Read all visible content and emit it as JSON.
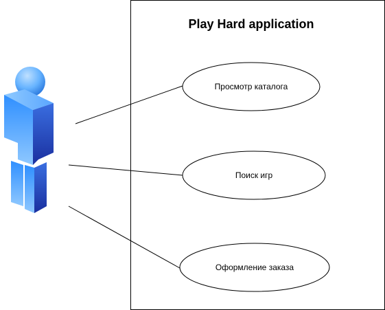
{
  "diagram": {
    "system_boundary": {
      "title": "Play Hard application"
    },
    "use_cases": [
      {
        "label": "Просмотр каталога"
      },
      {
        "label": "Поиск игр"
      },
      {
        "label": "Оформление заказа"
      }
    ],
    "actor": {
      "icon": "user-figure-icon",
      "colors": {
        "light": "#66b3ff",
        "dark": "#1c3fbf"
      }
    }
  }
}
